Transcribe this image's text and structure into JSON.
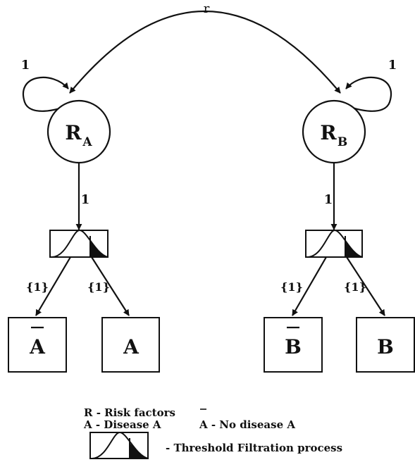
{
  "diagram": {
    "correlation_label": "r",
    "self_loop_label_a": "1",
    "self_loop_label_b": "1",
    "node_ra": {
      "main": "R",
      "sub": "A"
    },
    "node_rb": {
      "main": "R",
      "sub": "B"
    },
    "path_label_a": "1",
    "path_label_b": "1",
    "branch_labels": {
      "a_left": "{1}",
      "a_right": "{1}",
      "b_left": "{1}",
      "b_right": "{1}"
    },
    "outcome_boxes": {
      "a_no_disease": "A",
      "a_disease": "A",
      "b_no_disease": "B",
      "b_disease": "B"
    }
  },
  "legend": {
    "risk_factors": "R - Risk factors",
    "disease_a": "A - Disease A",
    "no_disease_a_symbol": "A",
    "no_disease_a_text": " - No disease A",
    "threshold_text": "- Threshold Filtration process"
  },
  "colors": {
    "ink": "#111111",
    "background": "#ffffff"
  }
}
